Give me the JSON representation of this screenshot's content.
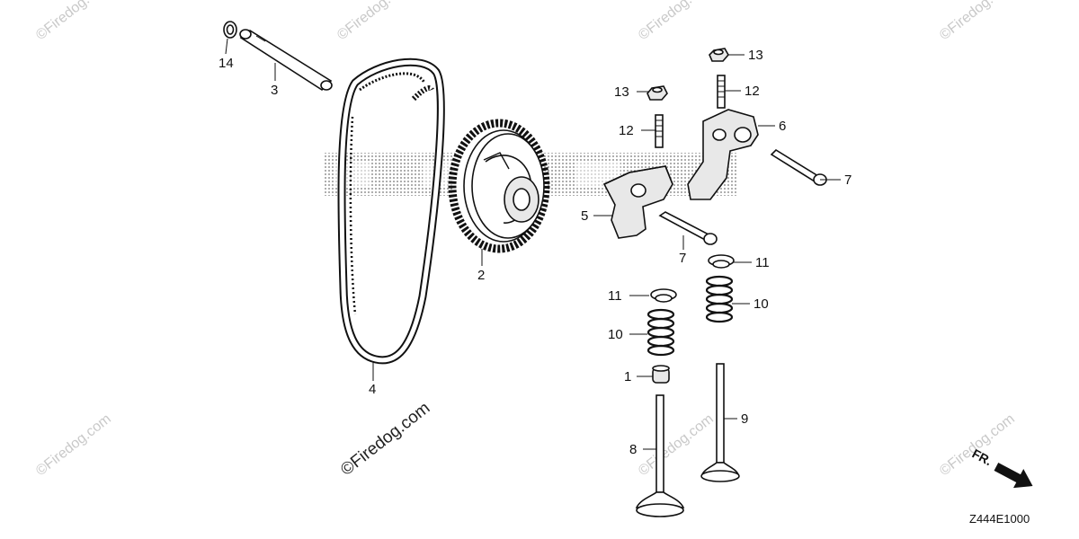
{
  "callouts": {
    "n1": "1",
    "n2": "2",
    "n3": "3",
    "n4": "4",
    "n5": "5",
    "n6": "6",
    "n7a": "7",
    "n7b": "7",
    "n8": "8",
    "n9": "9",
    "n10a": "10",
    "n10b": "10",
    "n11a": "11",
    "n11b": "11",
    "n12a": "12",
    "n12b": "12",
    "n13a": "13",
    "n13b": "13",
    "n14": "14"
  },
  "watermark": {
    "main": "©Firedog.com",
    "faint": "©Firedog.com"
  },
  "direction": {
    "label": "FR."
  },
  "diagram_code": "Z444E1000",
  "colors": {
    "ink": "#111111",
    "watermark": "#c9c9c9",
    "halftone": "#777777"
  }
}
